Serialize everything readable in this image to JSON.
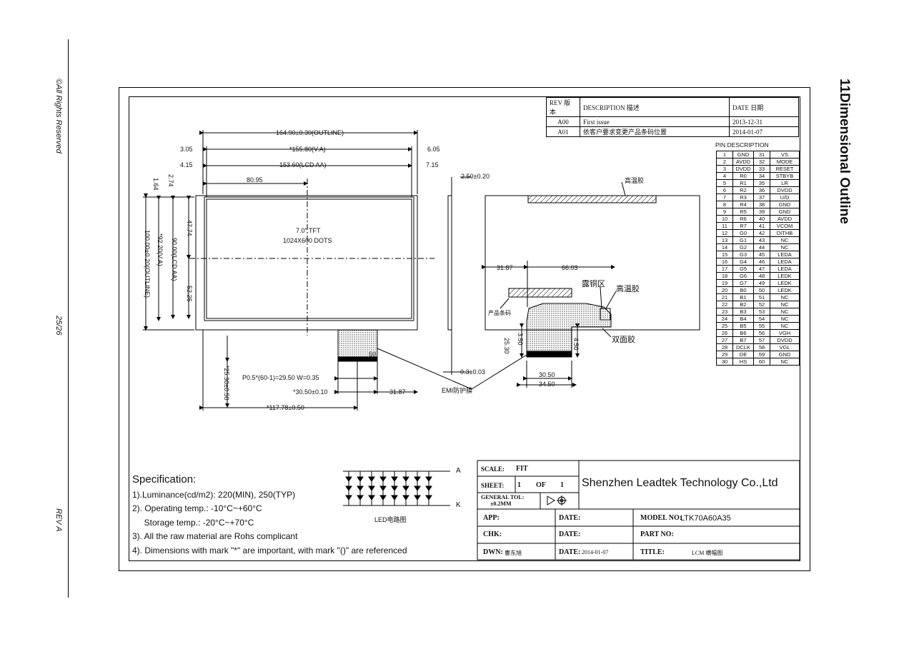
{
  "side": {
    "rights": "©All Rights Reserved",
    "page": "25/26",
    "rev": "REV A"
  },
  "section_title": "11Dimensional Outline",
  "revision_table": {
    "headers": [
      "REV 版本",
      "DESCRIPTION 描述",
      "DATE 日期"
    ],
    "rows": [
      [
        "A00",
        "First issue",
        "2013-12-31"
      ],
      [
        "A01",
        "依客户要求变更产品条码位置",
        "2014-01-07"
      ]
    ]
  },
  "pin_table": {
    "title": "PIN DESCRIPTION",
    "rows": [
      [
        "1",
        "GND",
        "31",
        "VS"
      ],
      [
        "2",
        "AVDD",
        "32",
        "MODE"
      ],
      [
        "3",
        "DVDD",
        "33",
        "RESET"
      ],
      [
        "4",
        "R0",
        "34",
        "STBYB"
      ],
      [
        "5",
        "R1",
        "35",
        "LR"
      ],
      [
        "6",
        "R2",
        "36",
        "DVDD"
      ],
      [
        "7",
        "R3",
        "37",
        "U/D"
      ],
      [
        "8",
        "R4",
        "38",
        "GND"
      ],
      [
        "9",
        "R5",
        "39",
        "GND"
      ],
      [
        "10",
        "R6",
        "40",
        "AVDD"
      ],
      [
        "11",
        "R7",
        "41",
        "VCOM"
      ],
      [
        "12",
        "G0",
        "42",
        "DITHB"
      ],
      [
        "13",
        "G1",
        "43",
        "NC"
      ],
      [
        "14",
        "G2",
        "44",
        "NC"
      ],
      [
        "15",
        "G3",
        "45",
        "LEDA"
      ],
      [
        "16",
        "G4",
        "46",
        "LEDA"
      ],
      [
        "17",
        "G5",
        "47",
        "LEDA"
      ],
      [
        "18",
        "G6",
        "48",
        "LEDK"
      ],
      [
        "19",
        "G7",
        "49",
        "LEDK"
      ],
      [
        "20",
        "B0",
        "50",
        "LEDK"
      ],
      [
        "21",
        "B1",
        "51",
        "NC"
      ],
      [
        "22",
        "B2",
        "52",
        "NC"
      ],
      [
        "23",
        "B3",
        "53",
        "NC"
      ],
      [
        "24",
        "B4",
        "54",
        "NC"
      ],
      [
        "25",
        "B5",
        "55",
        "NC"
      ],
      [
        "26",
        "B6",
        "56",
        "VGH"
      ],
      [
        "27",
        "B7",
        "57",
        "DVDD"
      ],
      [
        "28",
        "DCLK",
        "58",
        "VGL"
      ],
      [
        "29",
        "DE",
        "59",
        "GND"
      ],
      [
        "30",
        "HS",
        "60",
        "NC"
      ]
    ]
  },
  "dims": {
    "outline_w": "164.90±0.30(OUTLINE)",
    "va_w": "*155.80(V.A)",
    "aa_w": "153.60(LCD AA)",
    "left_305": "3.05",
    "right_605": "6.05",
    "left_415": "4.15",
    "right_715": "7.15",
    "d8095": "80.95",
    "thick": "2.50±0.20",
    "d164": "1.64",
    "d274": "2.74",
    "outline_h": "100.00±0.20(OUTLINE)",
    "va_h": "*92.20(V.A)",
    "aa_h": "90.00(LCD AA)",
    "d4774": "47.74",
    "d5226": "52.26",
    "panel_l1": "7.0\" TFT",
    "panel_l2": "1024X600 DOTS",
    "fpc_right": "60",
    "pitch": "P0.5*(60-1)=29.50  W=0.35",
    "d3050w": "*30.50±0.10",
    "d3187b": "31.87",
    "d2530": "*25.30±0.50",
    "d11778": "*117.78±0.50",
    "d03": "0.3±0.03",
    "d3187": "31.87",
    "d6603": "66.03",
    "rd350": "3.50",
    "rd2530": "25.30",
    "rd450": "4.50",
    "rd3050": "30.50",
    "rd3450": "34.50"
  },
  "annotations": {
    "adhesive": "高温胶",
    "copper": "露铜区",
    "tape_top": "高温胶",
    "double_tape": "双面胶",
    "barcode": "产品条码",
    "emi": "EMI防护膜"
  },
  "led": {
    "label_a": "A",
    "label_k": "K",
    "caption": "LED电路图"
  },
  "spec": {
    "title": "Specification:",
    "lines": [
      "1).Luminance(cd/m2): 220(MIN), 250(TYP)",
      "2). Operating temp.: -10°C~+60°C",
      "     Storage temp.: -20°C~+70°C",
      "3). All the raw material are Rohs complicant",
      "4). Dimensions with mark \"*\" are important, with mark \"()\" are referenced"
    ]
  },
  "title_block": {
    "scale_label": "SCALE:",
    "scale_value": "FIT",
    "sheet_label": "SHEET:",
    "sheet_no": "1",
    "of_label": "OF",
    "sheet_total": "1",
    "tol_label": "GENERAL TOL:",
    "tol_value": "±0.2MM",
    "company": "Shenzhen Leadtek Technology Co.,Ltd",
    "app_label": "APP:",
    "date_label": "DATE:",
    "model_label": "MODEL NO:",
    "model_value": "LTK70A60A35",
    "chk_label": "CHK:",
    "part_label": "PART NO:",
    "dwn_label": "DWN:",
    "dwn_value": "曹东旭",
    "dwn_date": "2014-01-07",
    "title_label": "TITLE:",
    "title_value": "LCM 横幅图"
  }
}
